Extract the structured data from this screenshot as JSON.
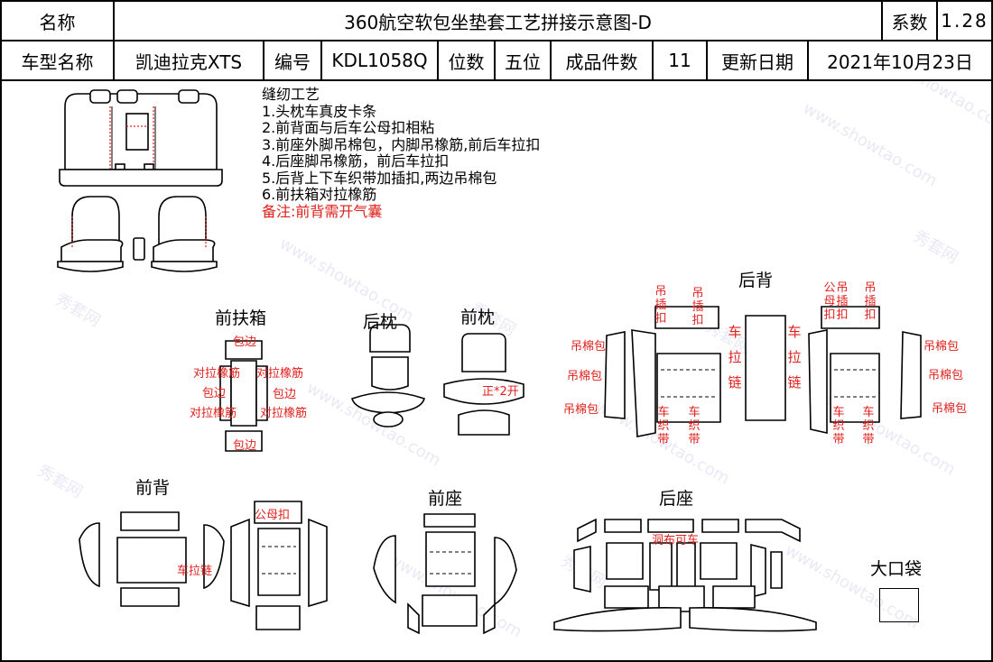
{
  "header": {
    "name_label": "名称",
    "title": "360航空软包坐垫套工艺拼接示意图-D",
    "coef_label": "系数",
    "coef_value": "1.28",
    "model_label": "车型名称",
    "model_value": "凯迪拉克XTS",
    "code_label": "编号",
    "code_value": "KDL1058Q",
    "seats_label": "位数",
    "seats_value": "五位",
    "pieces_label": "成品件数",
    "pieces_value": "11",
    "date_label": "更新日期",
    "date_value": "2021年10月23日"
  },
  "notes": {
    "heading": "缝纫工艺",
    "items": [
      "1.头枕车真皮卡条",
      "2.前背面与后车公母扣相粘",
      "3.前座外脚吊棉包，内脚吊橡筋,前后车拉扣",
      "4.后座脚吊橡筋，前后车拉扣",
      "5.后背上下车织带加插扣,两边吊棉包",
      "6.前扶箱对拉橡筋"
    ],
    "remark": "备注:前背需开气囊"
  },
  "sections": {
    "front_armrest": "前扶箱",
    "rear_headrest": "后枕",
    "front_headrest": "前枕",
    "rear_back": "后背",
    "front_back": "前背",
    "front_seat": "前座",
    "rear_seat": "后座",
    "big_pocket": "大口袋"
  },
  "labels": {
    "edge_trim": "包边",
    "pull_elastic": "对拉橡筋",
    "hole_mark": "正*2开",
    "snap_buckle": "公母扣",
    "zipper": "车拉链",
    "hang_cotton": "吊棉包",
    "buckle": "吊插扣",
    "zipper_v": "车拉链",
    "webbing": "车织带",
    "male_buckle": "公母扣",
    "hole_sew": "洞布可车"
  },
  "watermark": {
    "brand": "秀套网",
    "site": "www.showtao.com"
  },
  "colors": {
    "accent_red": "#e0201c",
    "line": "#000000"
  }
}
